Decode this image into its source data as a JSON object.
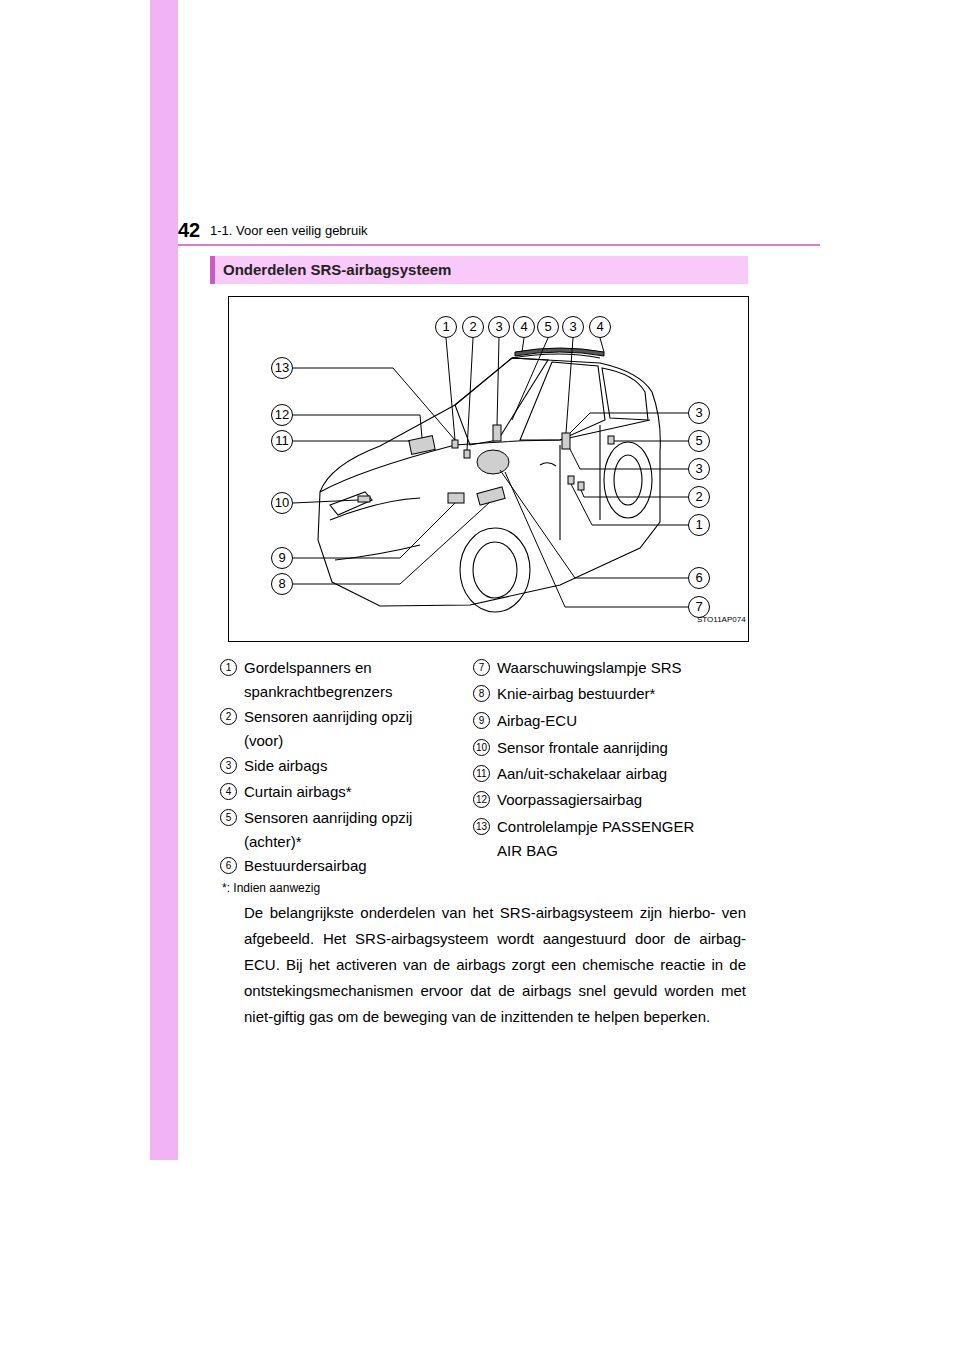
{
  "diagram": {
    "title": "1-1. Voor een veilig gebruik",
    "nodes": [
      {
        "text": [
          "Onderdelen SRS-airbagsysteem"
        ]
      }
    ],
    "labels": [
      "42",
      "1",
      "2",
      "3",
      "4",
      "5",
      "3",
      "4",
      "13",
      "12",
      "11",
      "10",
      "9",
      "8",
      "3",
      "5",
      "3",
      "2",
      "1",
      "6",
      "7",
      "STO11AP074",
      "1",
      "Gordelspanners en spankrachtbegrenzers",
      "2",
      "Sensoren aanrijding opzij (voor)",
      "3",
      "Side airbags",
      "4",
      "Curtain airbags*",
      "5",
      "Sensoren aanrijding opzij (achter)*",
      "6",
      "Bestuurdersairbag",
      "7",
      "Waarschuwingslampje SRS",
      "8",
      "Knie-airbag bestuurder*",
      "9",
      "Airbag-ECU",
      "10",
      "Sensor frontale aanrijding",
      "11",
      "Aan/uit-schakelaar airbag",
      "12",
      "Voorpassagiersairbag",
      "13",
      "Controlelampje PASSENGER AIR BAG",
      "*: Indien aanwezig",
      "De belangrijkste onderdelen van het SRS-airbagsysteem zijn hierbo- ven afgebeeld. Het SRS-airbagsysteem wordt aangestuurd door de airbag-ECU. Bij het activeren van de airbags zorgt een chemische reactie in de ontstekingsmechanismen ervoor dat de airbags snel gevuld worden met niet-giftig gas om de beweging van de inzittenden te helpen beperken."
    ]
  }
}
